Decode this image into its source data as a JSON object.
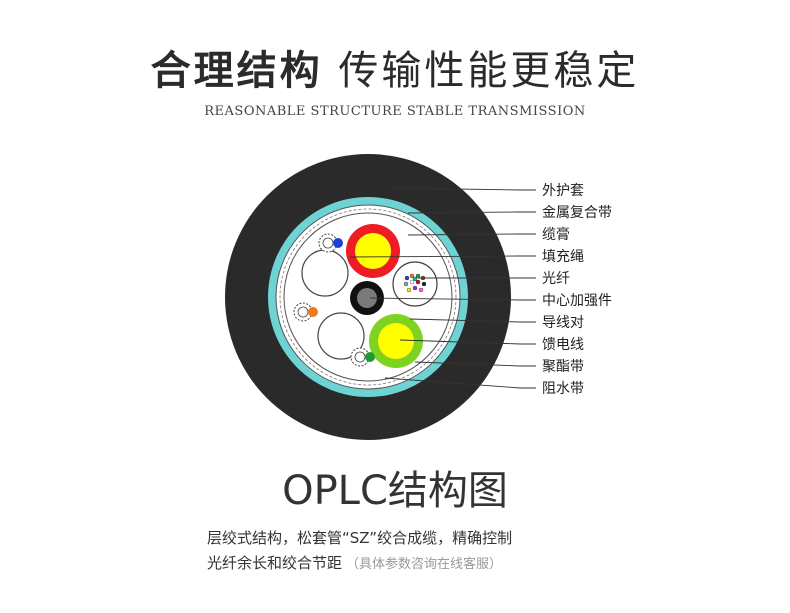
{
  "header": {
    "title_bold": "合理结构",
    "title_rest": "传输性能更稳定",
    "subtitle": "REASONABLE STRUCTURE STABLE TRANSMISSION"
  },
  "diagram": {
    "labels": [
      "外护套",
      "金属复合带",
      "缆膏",
      "填充绳",
      "光纤",
      "中心加强件",
      "导线对",
      "馈电线",
      "聚酯带",
      "阻水带"
    ],
    "colors": {
      "outer_sheath": "#2a2a2a",
      "metal_tape": "#6ed3d4",
      "feeder_1_outer": "#ee1c24",
      "feeder_core": "#ffff00",
      "feeder_2_outer": "#7ed321",
      "strength_member": "#111111",
      "pair_blue": "#1f3fd6",
      "pair_orange": "#f07818",
      "pair_green": "#1e9a30"
    }
  },
  "caption": "OPLC结构图",
  "description": {
    "line1": "层绞式结构，松套管“SZ”绞合成缆，精确控制",
    "line2": "光纤余长和绞合节距",
    "note": "（具体参数咨询在线客服）"
  }
}
